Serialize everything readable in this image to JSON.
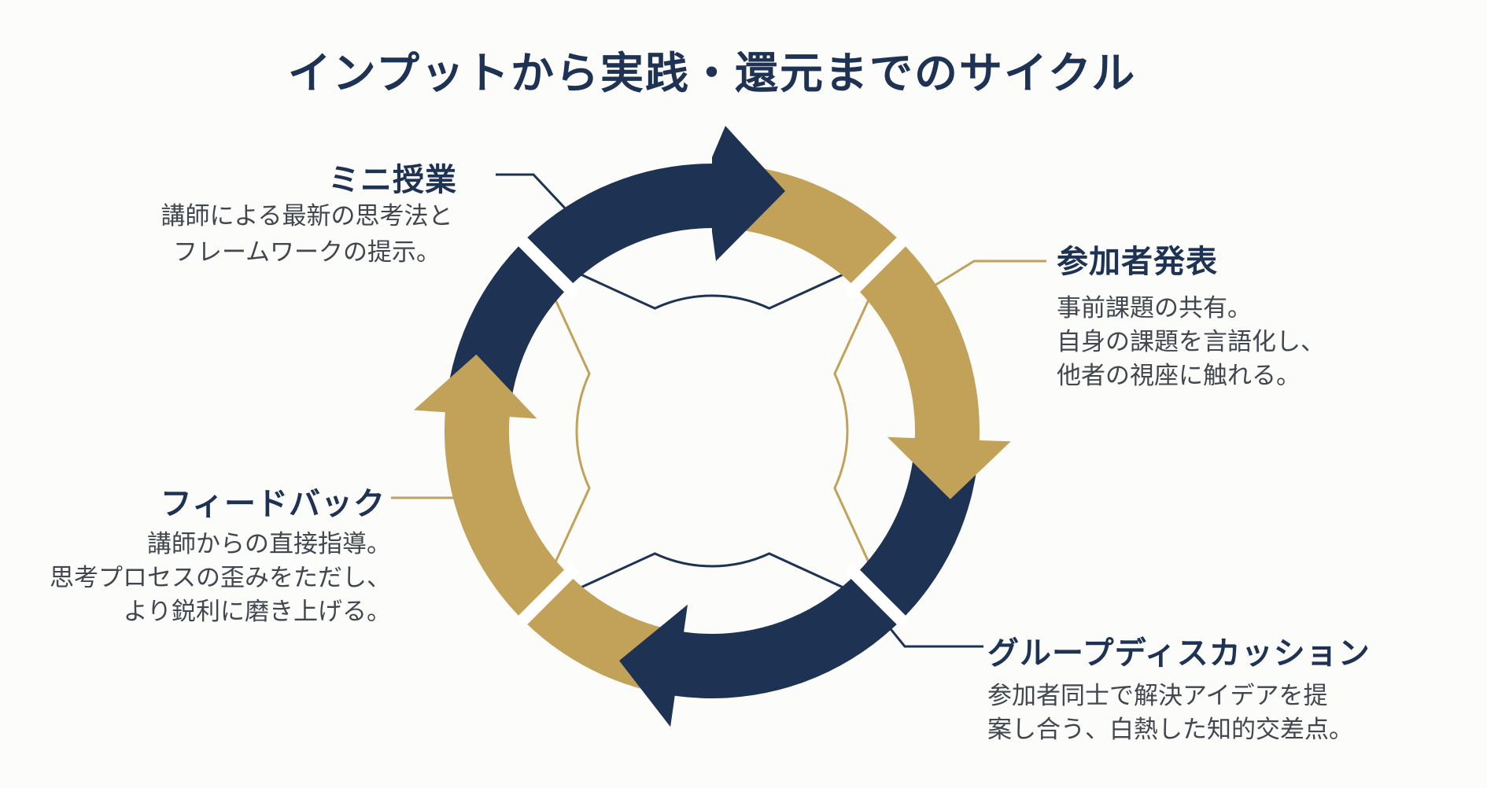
{
  "title": "インプットから実践・還元までのサイクル",
  "colors": {
    "navy": "#1e3354",
    "gold": "#c2a159",
    "text": "#42474f",
    "background": "#fcfcfb",
    "white": "#ffffff"
  },
  "diagram": {
    "type": "cycle",
    "direction": "clockwise",
    "segment_count": 4,
    "segment_color_order": [
      "navy",
      "gold",
      "navy",
      "gold"
    ]
  },
  "steps": [
    {
      "id": "mini-lesson",
      "label": "ミニ授業",
      "accent": "navy",
      "position": "top-left",
      "description_lines": [
        "講師による最新の思考法と",
        "フレームワークの提示。"
      ]
    },
    {
      "id": "participant-presentation",
      "label": "参加者発表",
      "accent": "gold",
      "position": "right",
      "description_lines": [
        "事前課題の共有。",
        "自身の課題を言語化し、",
        "他者の視座に触れる。"
      ]
    },
    {
      "id": "group-discussion",
      "label": "グループディスカッション",
      "accent": "navy",
      "position": "bottom-right",
      "description_lines": [
        "参加者同士で解決アイデアを提",
        "案し合う、白熱した知的交差点。"
      ]
    },
    {
      "id": "feedback",
      "label": "フィードバック",
      "accent": "gold",
      "position": "left",
      "description_lines": [
        "講師からの直接指導。",
        "思考プロセスの歪みをただし、",
        "より鋭利に磨き上げる。"
      ]
    }
  ]
}
